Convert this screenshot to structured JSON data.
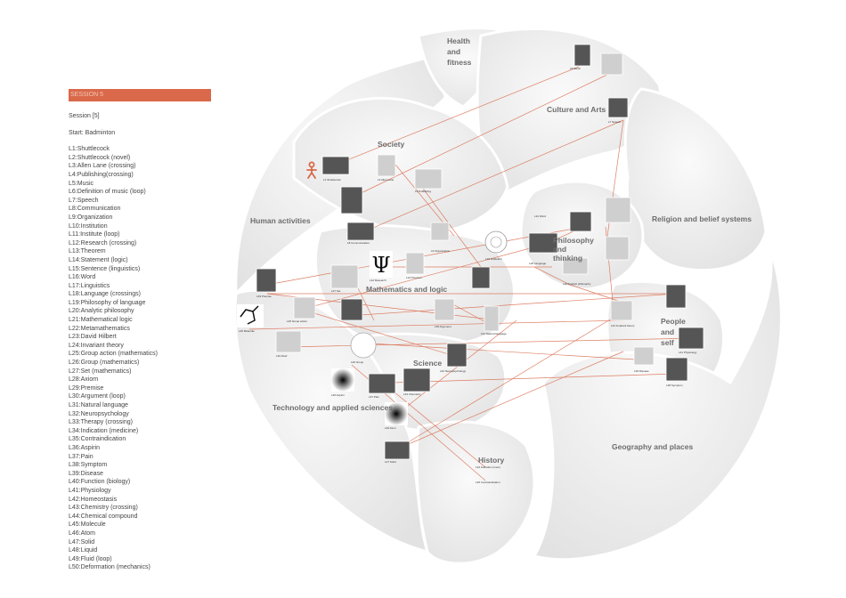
{
  "sidebar": {
    "header": "SESSION 5",
    "session_label": "Session [5]",
    "start_label": "Start: Badminton",
    "links": [
      "L1:Shuttlecock",
      "L2:Shuttlecock (novel)",
      "L3:Allen Lane (crossing)",
      "L4:Publishing(crossing)",
      "L5:Music",
      "L6:Definition of music (loop)",
      "L7:Speech",
      "L8:Communication",
      "L9:Organization",
      "L10:Institution",
      "L11:Institute (loop)",
      "L12:Research (crossing)",
      "L13:Theorem",
      "L14:Statement (logic)",
      "L15:Sentence (linguistics)",
      "L16:Word",
      "L17:Linguistics",
      "L18:Language (crossings)",
      "L19:Philosophy of language",
      "L20:Analytic philosophy",
      "L21:Mathematical logic",
      "L22:Metamathematics",
      "L23:David Hilbert",
      "L24:Invariant theory",
      "L25:Group action (mathematics)",
      "L26:Group (mathematics)",
      "L27:Set (mathematics)",
      "L28:Axiom",
      "L29:Premise",
      "L30:Argument (loop)",
      "L31:Natural language",
      "L32:Neuropsychology",
      "L33:Therapy (crossing)",
      "L34:Indication (medicine)",
      "L35:Contraindication",
      "L36:Aspirin",
      "L37:Pain",
      "L38:Symptom",
      "L39:Disease",
      "L40:Function (biology)",
      "L41:Physiology",
      "L42:Homeostasis",
      "L43:Chemistry (crossing)",
      "L44:Chemical compound",
      "L45:Molecule",
      "L46:Atom",
      "L47:Solid",
      "L48:Liquid",
      "L49:Fluid (loop)",
      "L50:Deformation (mechanics)"
    ]
  },
  "regions": [
    {
      "id": "health",
      "lines": [
        "Health",
        "and",
        "fitness"
      ]
    },
    {
      "id": "culture",
      "lines": [
        "Culture and Arts"
      ]
    },
    {
      "id": "society",
      "lines": [
        "Society"
      ]
    },
    {
      "id": "human",
      "lines": [
        "Human activities"
      ]
    },
    {
      "id": "religion",
      "lines": [
        "Religion and belief systems"
      ]
    },
    {
      "id": "philosophy",
      "lines": [
        "Philosophy",
        "and",
        "thinking"
      ]
    },
    {
      "id": "math",
      "lines": [
        "Mathematics and logic"
      ]
    },
    {
      "id": "people",
      "lines": [
        "People",
        "and",
        "self"
      ]
    },
    {
      "id": "science",
      "lines": [
        "Science"
      ]
    },
    {
      "id": "tech",
      "lines": [
        "Technology and applied sciences"
      ]
    },
    {
      "id": "history",
      "lines": [
        "History"
      ]
    },
    {
      "id": "geography",
      "lines": [
        "Geography and places"
      ]
    }
  ],
  "colors": {
    "accent": "#d9694a",
    "region_fill": "#ececec",
    "region_edge": "#ffffff"
  },
  "start_icon": "person-icon"
}
